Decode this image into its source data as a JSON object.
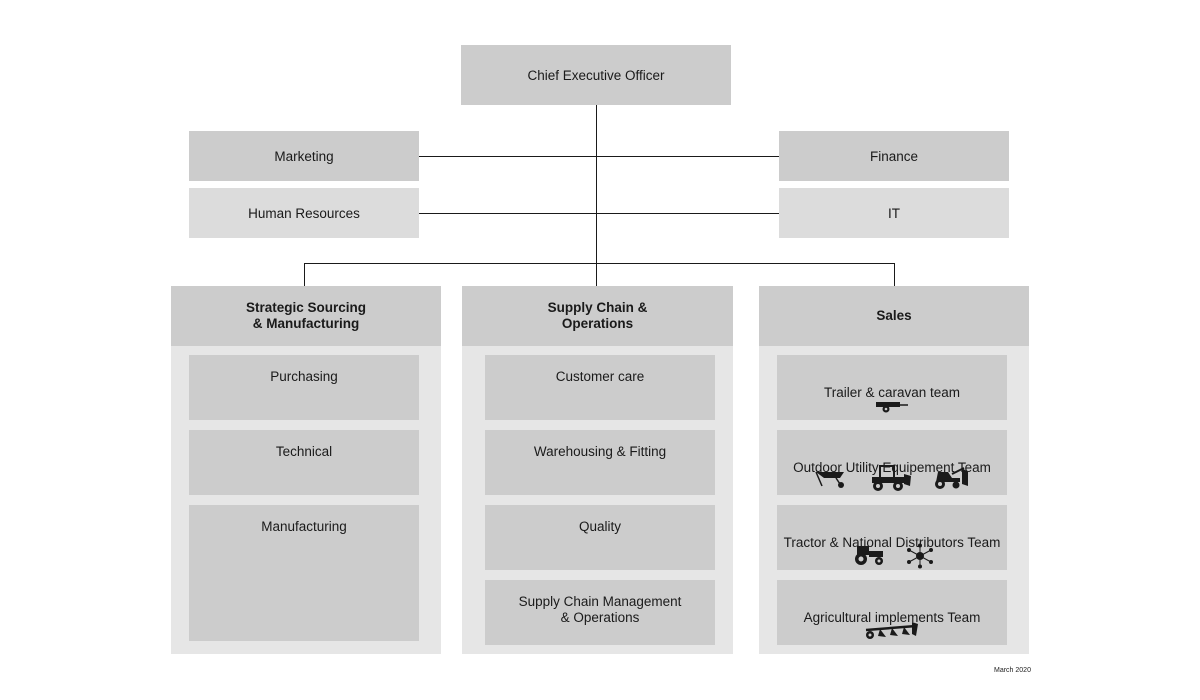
{
  "ceo": {
    "label": "Chief Executive Officer"
  },
  "staff_left": [
    {
      "label": "Marketing"
    },
    {
      "label": "Human Resources"
    }
  ],
  "staff_right": [
    {
      "label": "Finance"
    },
    {
      "label": "IT"
    }
  ],
  "divisions": [
    {
      "title": "Strategic Sourcing\n& Manufacturing",
      "teams": [
        {
          "label": "Purchasing"
        },
        {
          "label": "Technical"
        },
        {
          "label": "Manufacturing"
        }
      ]
    },
    {
      "title": "Supply Chain &\nOperations",
      "teams": [
        {
          "label": "Customer care"
        },
        {
          "label": "Warehousing & Fitting"
        },
        {
          "label": "Quality"
        },
        {
          "label": "Supply Chain Management\n& Operations"
        }
      ]
    },
    {
      "title": "Sales",
      "teams": [
        {
          "label": "Trailer & caravan team",
          "icons": [
            "trailer-icon"
          ]
        },
        {
          "label": "Outdoor Utility Equipement Team",
          "icons": [
            "wheelbarrow-icon",
            "loader-icon",
            "compact-tractor-icon"
          ]
        },
        {
          "label": "Tractor & National Distributors Team",
          "icons": [
            "tractor-icon",
            "network-icon"
          ]
        },
        {
          "label": "Agricultural implements Team",
          "icons": [
            "plough-icon"
          ]
        }
      ]
    }
  ],
  "footnote": "March 2020",
  "colors": {
    "box_dark": "#cccccc",
    "box_light": "#dcdcdc",
    "column_bg": "#e6e6e6",
    "line": "#1a1a1a"
  }
}
